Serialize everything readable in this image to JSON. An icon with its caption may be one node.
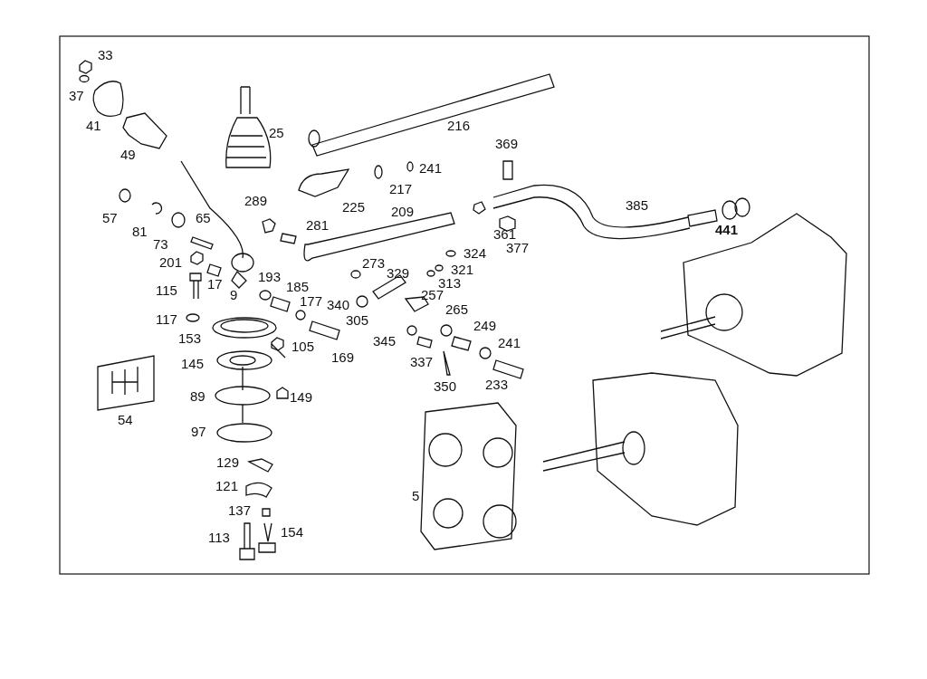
{
  "diagram": {
    "labels": [
      "33",
      "37",
      "41",
      "25",
      "216",
      "49",
      "369",
      "241",
      "217",
      "289",
      "225",
      "209",
      "385",
      "57",
      "65",
      "281",
      "81",
      "441",
      "361",
      "377",
      "324",
      "73",
      "201",
      "273",
      "321",
      "329",
      "193",
      "115",
      "17",
      "185",
      "313",
      "9",
      "177",
      "340",
      "257",
      "265",
      "117",
      "305",
      "153",
      "249",
      "105",
      "345",
      "241",
      "169",
      "145",
      "337",
      "350",
      "233",
      "89",
      "149",
      "54",
      "97",
      "129",
      "5",
      "121",
      "137",
      "113",
      "154"
    ]
  }
}
